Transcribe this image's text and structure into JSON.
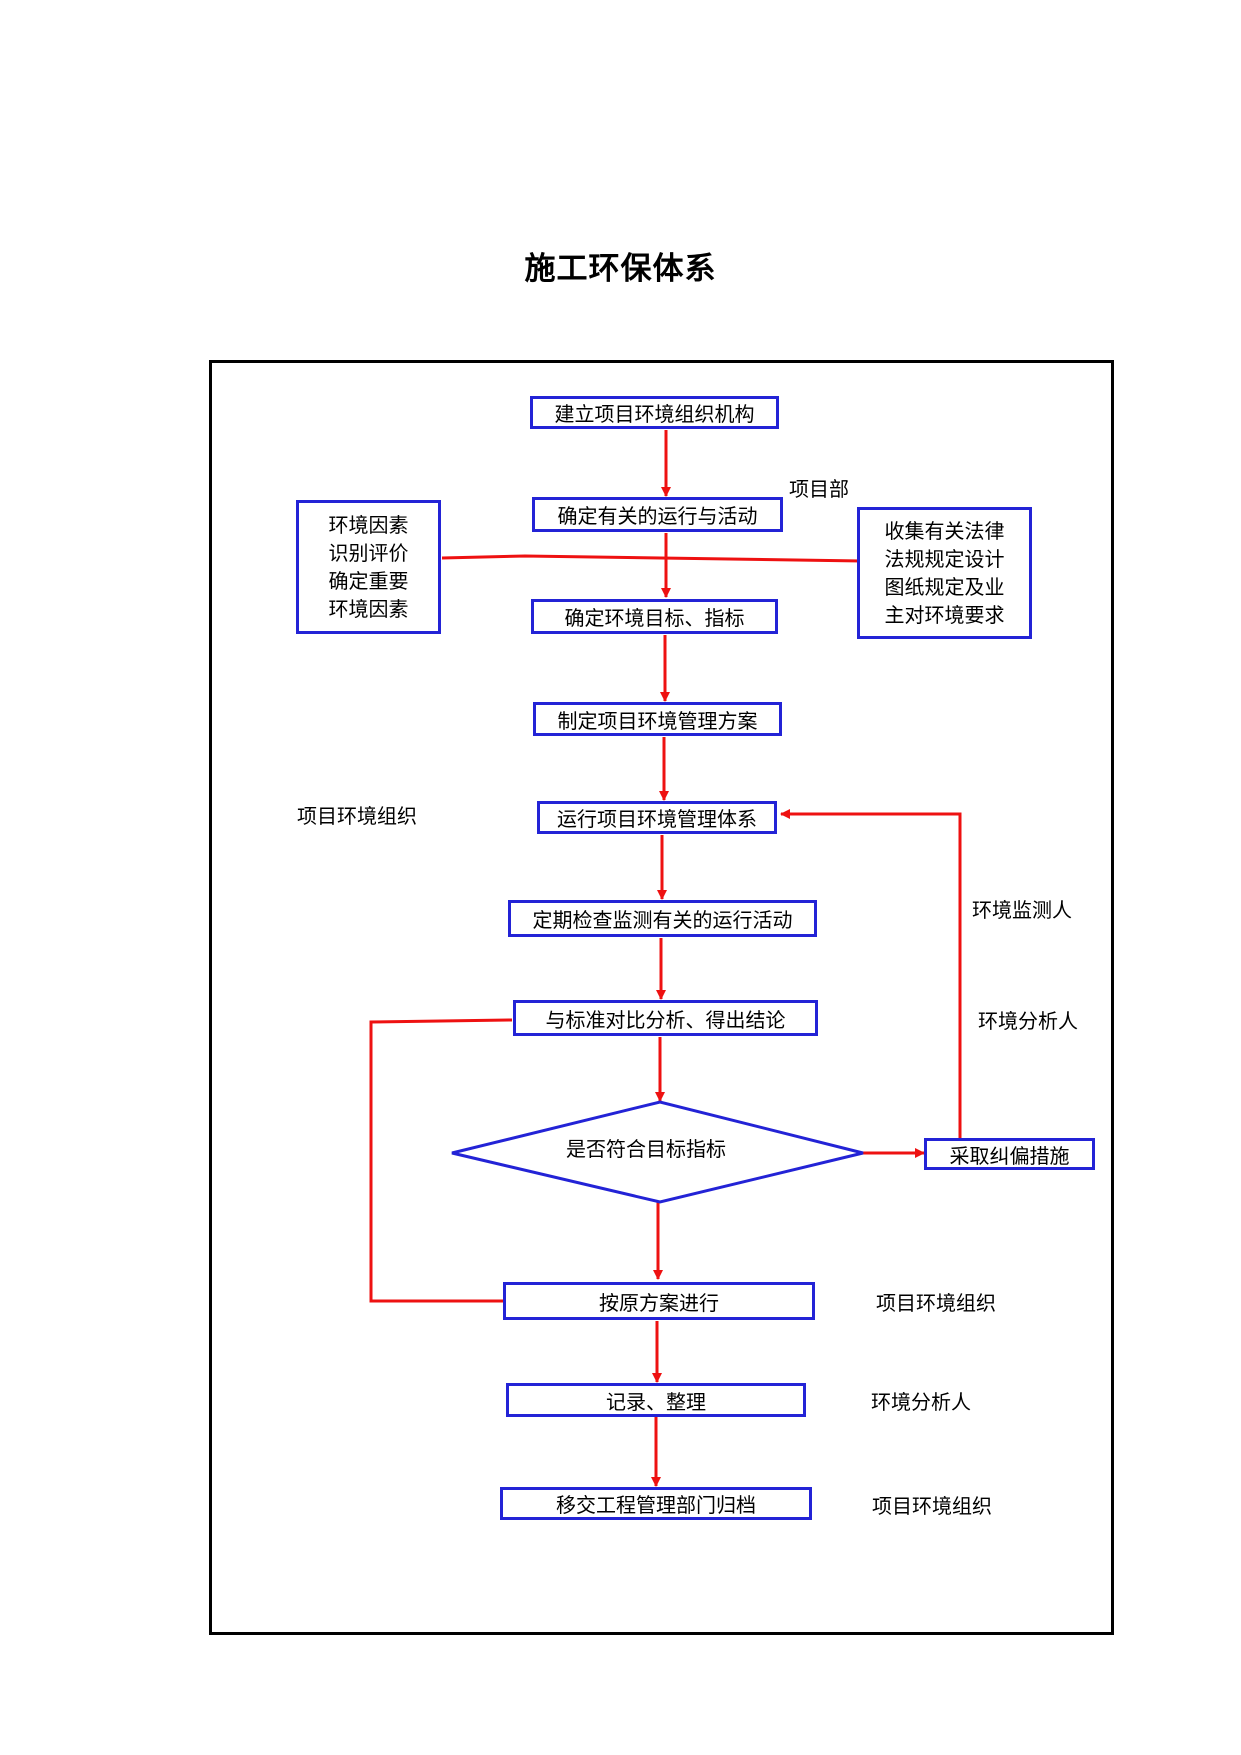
{
  "title": "施工环保体系",
  "steps": {
    "s1": "建立项目环境组织机构",
    "s2": "确定有关的运行与活动",
    "s3": "确定环境目标、指标",
    "s4": "制定项目环境管理方案",
    "s5": "运行项目环境管理体系",
    "s6": "定期检查监测有关的运行活动",
    "s7": "与标准对比分析、得出结论",
    "decision": "是否符合目标指标",
    "correct": "采取纠偏措施",
    "s8": "按原方案进行",
    "s9": "记录、整理",
    "s10": "移交工程管理部门归档"
  },
  "left_box": [
    "环境因素",
    "识别评价",
    "确定重要",
    "环境因素"
  ],
  "right_box": [
    "收集有关法律",
    "法规规定设计",
    "图纸规定及业",
    "主对环境要求"
  ],
  "notes": {
    "project_dept": "项目部",
    "org_left": "项目环境组织",
    "monitor": "环境监测人",
    "analyst_right": "环境分析人",
    "org_s8": "项目环境组织",
    "analyst_s9": "环境分析人",
    "org_s10": "项目环境组织"
  },
  "colors": {
    "box_border": "#2323d6",
    "arrow": "#ee1111",
    "frame": "#000000"
  }
}
